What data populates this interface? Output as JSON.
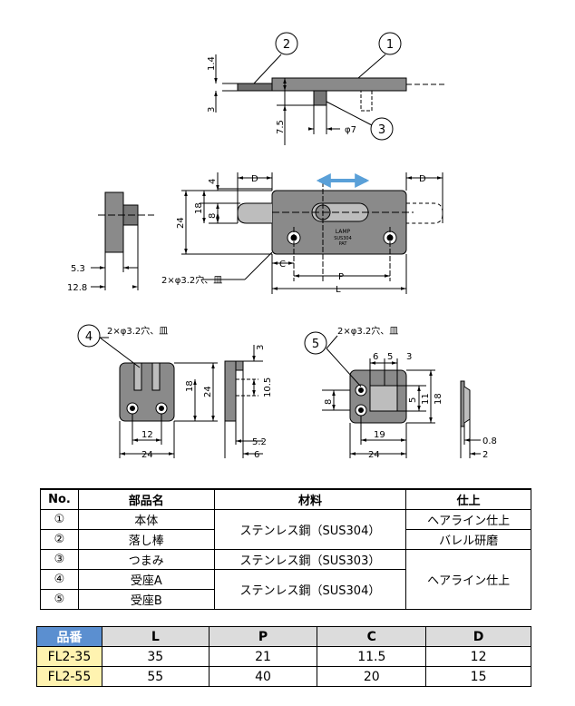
{
  "drawing": {
    "callouts": [
      "1",
      "2",
      "3",
      "4",
      "5"
    ],
    "top_view": {
      "dims": [
        "1.4",
        "3",
        "7.5",
        "φ7"
      ]
    },
    "front_view": {
      "dims": [
        "4",
        "8",
        "18",
        "24",
        "D",
        "D",
        "C",
        "P",
        "L"
      ],
      "mark_lines": [
        "LAMP",
        "SUS304",
        "PAT"
      ],
      "hole_note": "2×φ3.2穴、皿"
    },
    "side_view": {
      "dims": [
        "5.3",
        "12.8"
      ]
    },
    "keeper_a": {
      "hole_note": "2×φ3.2穴、皿",
      "dims": [
        "18",
        "24",
        "12",
        "24",
        "3",
        "10.5",
        "5.2",
        "6"
      ]
    },
    "keeper_b": {
      "hole_note": "2×φ3.2穴、皿",
      "dims": [
        "6",
        "5",
        "3",
        "8",
        "5",
        "11",
        "18",
        "19",
        "24",
        "0.8",
        "2"
      ]
    },
    "arrow_color": "#5aa0d8"
  },
  "parts_table": {
    "headers": [
      "No.",
      "部品名",
      "材料",
      "仕上"
    ],
    "rows": [
      {
        "no": "①",
        "name": "本体",
        "material": "ステンレス鋼（SUS304）",
        "finish": "ヘアライン仕上"
      },
      {
        "no": "②",
        "name": "落し棒",
        "material": "",
        "finish": "バレル研磨"
      },
      {
        "no": "③",
        "name": "つまみ",
        "material": "ステンレス鋼（SUS303）",
        "finish": "ヘアライン仕上"
      },
      {
        "no": "④",
        "name": "受座A",
        "material": "ステンレス鋼（SUS304）",
        "finish": ""
      },
      {
        "no": "⑤",
        "name": "受座B",
        "material": "",
        "finish": ""
      }
    ]
  },
  "model_table": {
    "headers": [
      "品番",
      "L",
      "P",
      "C",
      "D"
    ],
    "rows": [
      {
        "model": "FL2-35",
        "L": "35",
        "P": "21",
        "C": "11.5",
        "D": "12"
      },
      {
        "model": "FL2-55",
        "L": "55",
        "P": "40",
        "C": "20",
        "D": "15"
      }
    ],
    "header_color": "#5b8fd0",
    "model_cell_color": "#fff3b0"
  }
}
